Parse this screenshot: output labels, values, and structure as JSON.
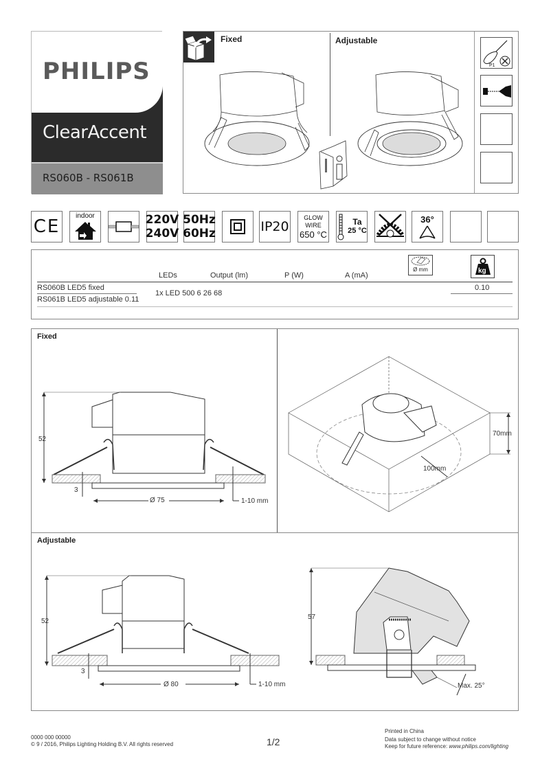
{
  "brand": {
    "logo": "PHILIPS",
    "product_name": "ClearAccent",
    "models": "RS060B - RS061B"
  },
  "illustration": {
    "fixed_label": "Fixed",
    "adjustable_label": "Adjustable",
    "icons": [
      "open-box-icon",
      "manual-booklet-icon"
    ],
    "side_icons": [
      {
        "name": "screwdriver-p1-icon",
        "label": "P1"
      },
      {
        "name": "drill-icon",
        "label": ""
      },
      {
        "name": "empty-icon-1",
        "label": ""
      },
      {
        "name": "empty-icon-2",
        "label": ""
      }
    ]
  },
  "symbols": {
    "ce": "CE",
    "indoor": "indoor",
    "voltage_1": "220V",
    "voltage_2": "240V",
    "freq_1": "50Hz",
    "freq_2": "60Hz",
    "ip": "IP20",
    "glow_1": "GLOW",
    "glow_2": "WIRE",
    "glow_3": "650 °C",
    "ta_1": "Ta",
    "ta_2": "25 °C",
    "beam": "36°"
  },
  "specs": {
    "headers": [
      "LEDs",
      "Output (lm)",
      "P (W)",
      "A (mA)"
    ],
    "diameter_icon_label": "Ø mm",
    "weight_icon_label": "kg",
    "rows": [
      {
        "name": "RS060B LED5 fixed",
        "weight": "0.10"
      },
      {
        "name": "RS061B LED5 adjustable 0.11"
      }
    ],
    "merged_values": "1x LED 500 6 26 68"
  },
  "drawings": {
    "fixed": {
      "title": "Fixed",
      "height": "52",
      "flange": "3",
      "diameter": "Ø 75",
      "ceiling": "1-10 mm",
      "iso_height": "70mm",
      "iso_clearance": "100mm"
    },
    "adjustable": {
      "title": "Adjustable",
      "height": "52",
      "flange": "3",
      "diameter": "Ø 80",
      "ceiling": "1-10 mm",
      "tilt_height": "57",
      "tilt": "Max. 25°"
    }
  },
  "footer": {
    "code": "0000 000 00000",
    "copyright": "© 9 / 2016, Philips Lighting Holding B.V. All rights reserved",
    "page": "1/2",
    "printed": "Printed in China",
    "notice": "Data subject to change without notice",
    "reference_prefix": "Keep for future reference: ",
    "reference_url": "www.philips.com/lighting"
  }
}
